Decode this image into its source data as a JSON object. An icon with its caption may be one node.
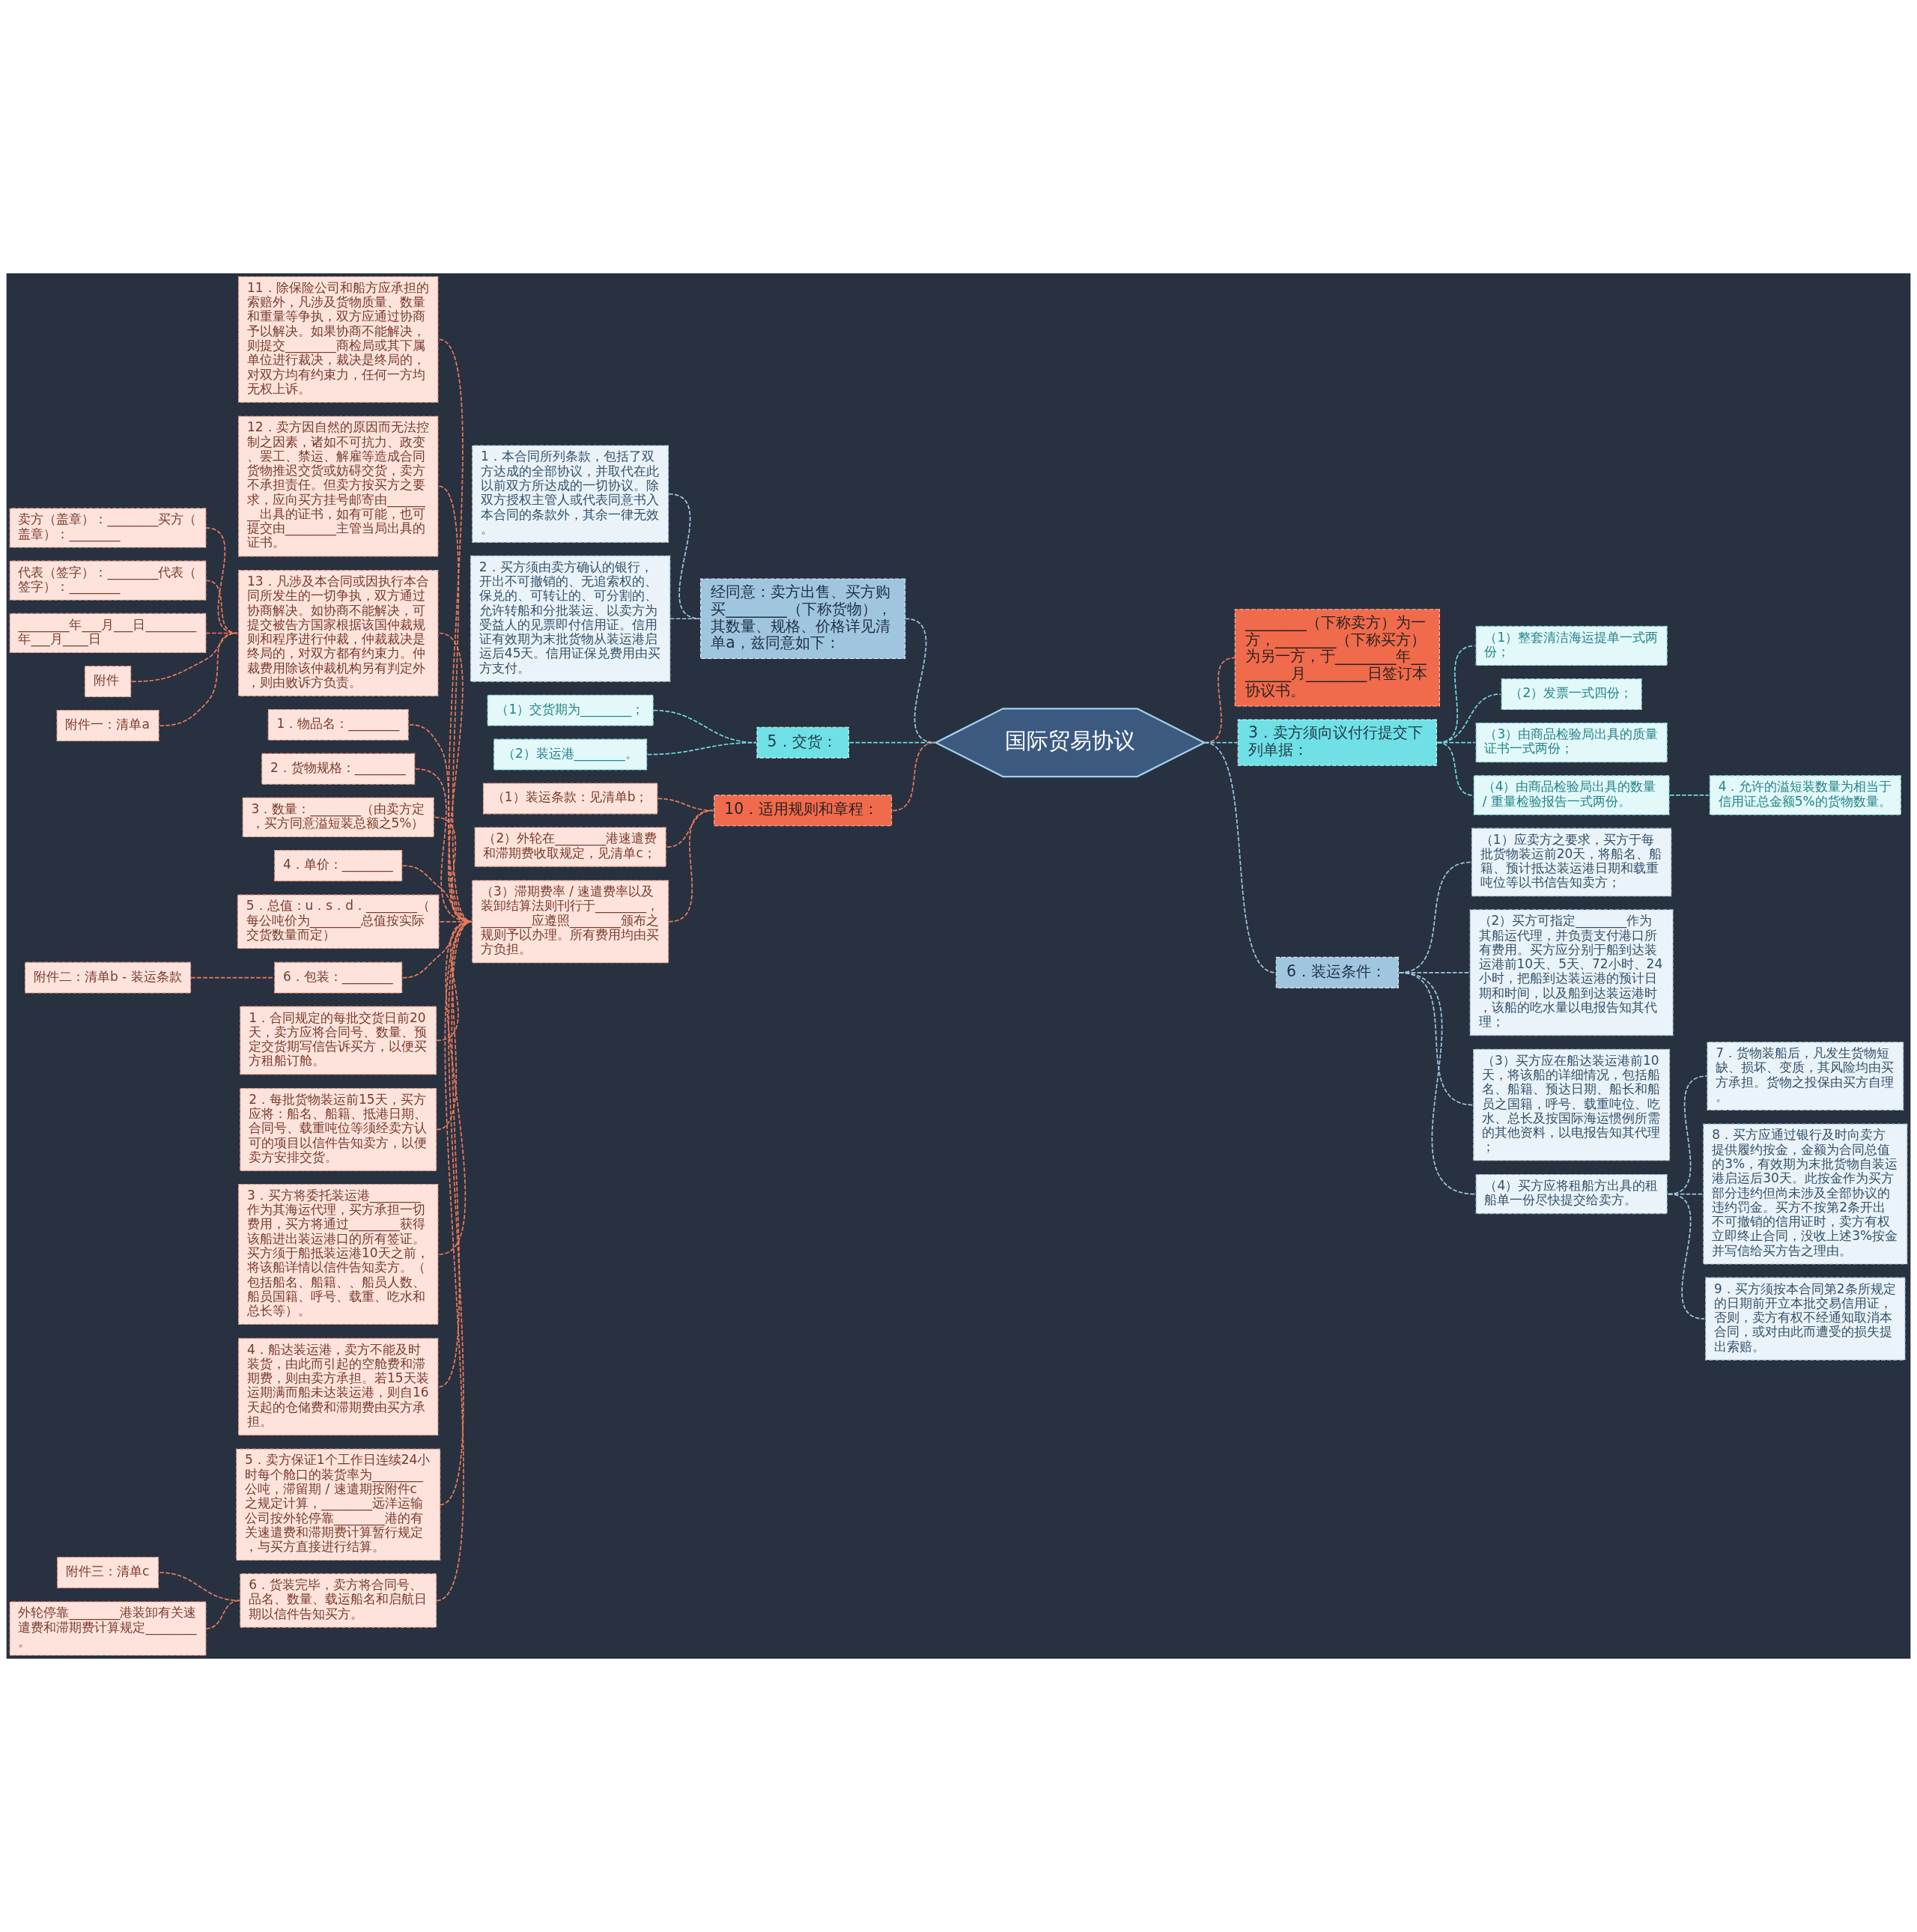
{
  "diagram": {
    "nodes": [
      {
        "text": [
          "国际贸易协议"
        ]
      },
      {
        "text": [
          "________（下称卖方）为一方，________（下称买方）为另一方，于________年________月________日签订本协议书。"
        ]
      },
      {
        "text": [
          "3．卖方须向议付行提交下列单据："
        ]
      },
      {
        "text": [
          "（1）整套清洁海运提单一式两份；"
        ]
      },
      {
        "text": [
          "（2）发票一式四份；"
        ]
      },
      {
        "text": [
          "（3）由商品检验局出具的质量证书一式两份；"
        ]
      },
      {
        "text": [
          "（4）由商品检验局出具的数量 / 重量检验报告一式两份。"
        ]
      },
      {
        "text": [
          "4．允许的溢短装数量为相当于信用证总金额5%的货物数量。"
        ]
      },
      {
        "text": [
          "6．装运条件："
        ]
      },
      {
        "text": [
          "（1）应卖方之要求，买方于每批货物装运前20天，将船名、船籍、预计抵达装运港日期和载重吨位等以书信告知卖方；"
        ]
      },
      {
        "text": [
          "（2）买方可指定________作为其船运代理，并负责支付港口所有费用。买方应分别于船到达装运港前10天、5天、72小时、24小时，把船到达装运港的预计日期和时间，以及船到达装运港时，该船的吃水量以电报告知其代理；"
        ]
      },
      {
        "text": [
          "（3）买方应在船达装运港前10天，将该船的详细情况，包括船名、船籍、预达日期、船长和船员之国籍，呼号、载重吨位、吃水、总长及按国际海运惯例所需的其他资料，以电报告知其代理；"
        ]
      },
      {
        "text": [
          "（4）买方应将租船方出具的租船单一份尽快提交给卖方。"
        ]
      },
      {
        "text": [
          "7．货物装船后，凡发生货物短缺、损坏、变质，其风险均由买方承担。货物之投保由买方自理。"
        ]
      },
      {
        "text": [
          "8．买方应通过银行及时向卖方提供履约按金，金额为合同总值的3%，有效期为末批货物自装运港启运后30天。此按金作为买方部分违约但尚未涉及全部协议的违约罚金。买方不按第2条开出不可撤销的信用证时，卖方有权立即终止合同，没收上述3%按金并写信给买方告之理由。"
        ]
      },
      {
        "text": [
          "9．买方须按本合同第2条所规定的日期前开立本批交易信用证，否则，卖方有权不经通知取消本合同，或对由此而遭受的损失提出索赔。"
        ]
      },
      {
        "text": [
          "经同意：卖方出售、买方购买________（下称货物），其数量、规格、价格详见清单a，兹同意如下："
        ]
      },
      {
        "text": [
          "1．本合同所列条款，包括了双方达成的全部协议，并取代在此以前双方所达成的一切协议。除双方授权主管人或代表同意书入本合同的条款外，其余一律无效。"
        ]
      },
      {
        "text": [
          "2．买方须由卖方确认的银行，开出不可撤销的、无追索权的、保兑的、可转让的、可分割的、允许转船和分批装运、以卖方为受益人的见票即付信用证。信用证有效期为末批货物从装运港启运后45天。信用证保兑费用由买方支付。"
        ]
      },
      {
        "text": [
          "5．交货："
        ]
      },
      {
        "text": [
          "（1）交货期为________；"
        ]
      },
      {
        "text": [
          "（2）装运港________。"
        ]
      },
      {
        "text": [
          "10．适用规则和章程："
        ]
      },
      {
        "text": [
          "（1）装运条款：见清单b；"
        ]
      },
      {
        "text": [
          "（2）外轮在________港速遣费和滞期费收取规定，见清单c；"
        ]
      },
      {
        "text": [
          "（3）滞期费率 / 速遣费率以及装卸结算法则刊行于________，________应遵照________颁布之规则予以办理。所有费用均由买方负担。"
        ]
      },
      {
        "text": [
          "11．除保险公司和船方应承担的索赔外，凡涉及货物质量、数量和重量等争执，双方应通过协商予以解决。如果协商不能解决，则提交________商检局或其下属单位进行裁决，裁决是终局的，对双方均有约束力，任何一方均无权上诉。"
        ]
      },
      {
        "text": [
          "12．卖方因自然的原因而无法控制之因素，诸如不可抗力、政变、罢工、禁运、解雇等造成合同货物推迟交货或妨碍交货，卖方不承担责任。但卖方按买方之要求，应向买方挂号邮寄由________出具的证书，如有可能，也可提交由________主管当局出具的证书。"
        ]
      },
      {
        "text": [
          "13．凡涉及本合同或因执行本合同所发生的一切争执，双方通过协商解决。如协商不能解决，可提交被告方国家根据该国仲裁规则和程序进行仲裁，仲裁裁决是终局的，对双方都有约束力。仲裁费用除该仲裁机构另有判定外，则由败诉方负责。"
        ]
      },
      {
        "text": [
          "卖方（盖章）：________买方（盖章）：________"
        ]
      },
      {
        "text": [
          "代表（签字）：________代表（签字）：________"
        ]
      },
      {
        "text": [
          "________年___月___日________年___月____日"
        ]
      },
      {
        "text": [
          "附件"
        ]
      },
      {
        "text": [
          "附件一：清单a"
        ]
      },
      {
        "text": [
          "1．物品名：________"
        ]
      },
      {
        "text": [
          "2．货物规格：________"
        ]
      },
      {
        "text": [
          "3．数量：________（由卖方定，买方同意溢短装总额之5%）"
        ]
      },
      {
        "text": [
          "4．单价：________"
        ]
      },
      {
        "text": [
          "5．总值：u．s．d．________（每公吨价为________总值按实际交货数量而定）"
        ]
      },
      {
        "text": [
          "6．包装：________"
        ]
      },
      {
        "text": [
          "附件二：清单b - 装运条款"
        ]
      },
      {
        "text": [
          "1．合同规定的每批交货日前20天，卖方应将合同号、数量、预定交货期写信告诉买方，以便买方租船订舱。"
        ]
      },
      {
        "text": [
          "2．每批货物装运前15天，买方应将：船名、船籍、抵港日期、合同号、载重吨位等须经卖方认可的项目以信件告知卖方，以便卖方安排交货。"
        ]
      },
      {
        "text": [
          "3．买方将委托装运港________作为其海运代理，买方承担一切费用，买方将通过________获得该船进出装运港口的所有签证。买方须于船抵装运港10天之前，将该船详情以信件告知卖方。（包括船名、船籍、、船员人数、船员国籍、呼号、载重、吃水和总长等）。"
        ]
      },
      {
        "text": [
          "4．船达装运港，卖方不能及时装货，由此而引起的空舱费和滞期费，则由卖方承担。若15天装运期满而船未达装运港，则自16天起的仓储费和滞期费由买方承担。"
        ]
      },
      {
        "text": [
          "5．卖方保证1个工作日连续24小时每个舱口的装货率为________公吨，滞留期 / 速遣期按附件c之规定计算，________远洋运输公司按外轮停靠________港的有关速遣费和滞期费计算暂行规定，与买方直接进行结算。"
        ]
      },
      {
        "text": [
          "6．货装完毕，卖方将合同号、品名、数量、载运船名和启航日期以信件告知买方。"
        ]
      },
      {
        "text": [
          "附件三：清单c"
        ]
      },
      {
        "text": [
          "外轮停靠________港装卸有关速遣费和滞期费计算规定________。"
        ]
      }
    ],
    "edges": [
      {
        "from": 0,
        "to": 1,
        "arrow": "none",
        "style": "dashed"
      },
      {
        "from": 0,
        "to": 2,
        "arrow": "none",
        "style": "dashed",
        "color": "#6fd9e0"
      },
      {
        "from": 2,
        "to": 3,
        "arrow": "none",
        "style": "dashed",
        "color": "#6fd9e0"
      },
      {
        "from": 2,
        "to": 4,
        "arrow": "none",
        "style": "dashed",
        "color": "#6fd9e0"
      },
      {
        "from": 2,
        "to": 5,
        "arrow": "none",
        "style": "dashed",
        "color": "#6fd9e0"
      },
      {
        "from": 2,
        "to": 6,
        "arrow": "none",
        "style": "dashed",
        "color": "#6fd9e0"
      },
      {
        "from": 6,
        "to": 7,
        "arrow": "none",
        "style": "dashed",
        "color": "#6fd9e0"
      },
      {
        "from": 0,
        "to": 8,
        "arrow": "none",
        "style": "dashed",
        "color": "#9ec6df"
      },
      {
        "from": 8,
        "to": 9,
        "arrow": "none",
        "style": "dashed",
        "color": "#9ec6df"
      },
      {
        "from": 8,
        "to": 10,
        "arrow": "none",
        "style": "dashed",
        "color": "#9ec6df"
      },
      {
        "from": 8,
        "to": 11,
        "arrow": "none",
        "style": "dashed",
        "color": "#9ec6df"
      },
      {
        "from": 8,
        "to": 12,
        "arrow": "none",
        "style": "dashed",
        "color": "#9ec6df"
      },
      {
        "from": 12,
        "to": 13,
        "arrow": "none",
        "style": "dashed",
        "color": "#9ec6df"
      },
      {
        "from": 12,
        "to": 14,
        "arrow": "none",
        "style": "dashed",
        "color": "#9ec6df"
      },
      {
        "from": 12,
        "to": 15,
        "arrow": "none",
        "style": "dashed",
        "color": "#9ec6df"
      },
      {
        "from": 0,
        "to": 16,
        "arrow": "none",
        "style": "dashed",
        "color": "#9ec6df"
      },
      {
        "from": 16,
        "to": 17,
        "arrow": "none",
        "style": "dashed",
        "color": "#9ec6df"
      },
      {
        "from": 16,
        "to": 18,
        "arrow": "none",
        "style": "dashed",
        "color": "#9ec6df"
      },
      {
        "from": 0,
        "to": 19,
        "arrow": "none",
        "style": "dashed",
        "color": "#6fd9e0"
      },
      {
        "from": 19,
        "to": 20,
        "arrow": "none",
        "style": "dashed",
        "color": "#6fd9e0"
      },
      {
        "from": 19,
        "to": 21,
        "arrow": "none",
        "style": "dashed",
        "color": "#6fd9e0"
      },
      {
        "from": 0,
        "to": 22,
        "arrow": "none",
        "style": "dashed"
      },
      {
        "from": 22,
        "to": 23,
        "arrow": "none",
        "style": "dashed"
      },
      {
        "from": 22,
        "to": 24,
        "arrow": "none",
        "style": "dashed"
      },
      {
        "from": 22,
        "to": 25,
        "arrow": "none",
        "style": "dashed"
      },
      {
        "from": 25,
        "to": 26,
        "arrow": "none",
        "style": "dashed"
      },
      {
        "from": 25,
        "to": 27,
        "arrow": "none",
        "style": "dashed"
      },
      {
        "from": 25,
        "to": 28,
        "arrow": "none",
        "style": "dashed"
      },
      {
        "from": 28,
        "to": 29,
        "arrow": "none",
        "style": "dashed"
      },
      {
        "from": 28,
        "to": 30,
        "arrow": "none",
        "style": "dashed"
      },
      {
        "from": 28,
        "to": 31,
        "arrow": "none",
        "style": "dashed"
      },
      {
        "from": 28,
        "to": 32,
        "arrow": "none",
        "style": "dashed"
      },
      {
        "from": 28,
        "to": 33,
        "arrow": "none",
        "style": "dashed"
      },
      {
        "from": 25,
        "to": 34,
        "arrow": "none",
        "style": "dashed"
      },
      {
        "from": 25,
        "to": 35,
        "arrow": "none",
        "style": "dashed"
      },
      {
        "from": 25,
        "to": 36,
        "arrow": "none",
        "style": "dashed"
      },
      {
        "from": 25,
        "to": 37,
        "arrow": "none",
        "style": "dashed"
      },
      {
        "from": 25,
        "to": 38,
        "arrow": "none",
        "style": "dashed"
      },
      {
        "from": 25,
        "to": 39,
        "arrow": "none",
        "style": "dashed"
      },
      {
        "from": 39,
        "to": 40,
        "arrow": "none",
        "style": "dashed"
      },
      {
        "from": 25,
        "to": 41,
        "arrow": "none",
        "style": "dashed"
      },
      {
        "from": 25,
        "to": 42,
        "arrow": "none",
        "style": "dashed"
      },
      {
        "from": 25,
        "to": 43,
        "arrow": "none",
        "style": "dashed"
      },
      {
        "from": 25,
        "to": 44,
        "arrow": "none",
        "style": "dashed"
      },
      {
        "from": 25,
        "to": 45,
        "arrow": "none",
        "style": "dashed"
      },
      {
        "from": 25,
        "to": 46,
        "arrow": "none",
        "style": "dashed"
      },
      {
        "from": 46,
        "to": 47,
        "arrow": "none",
        "style": "dashed"
      },
      {
        "from": 46,
        "to": 48,
        "arrow": "none",
        "style": "dashed"
      }
    ]
  }
}
